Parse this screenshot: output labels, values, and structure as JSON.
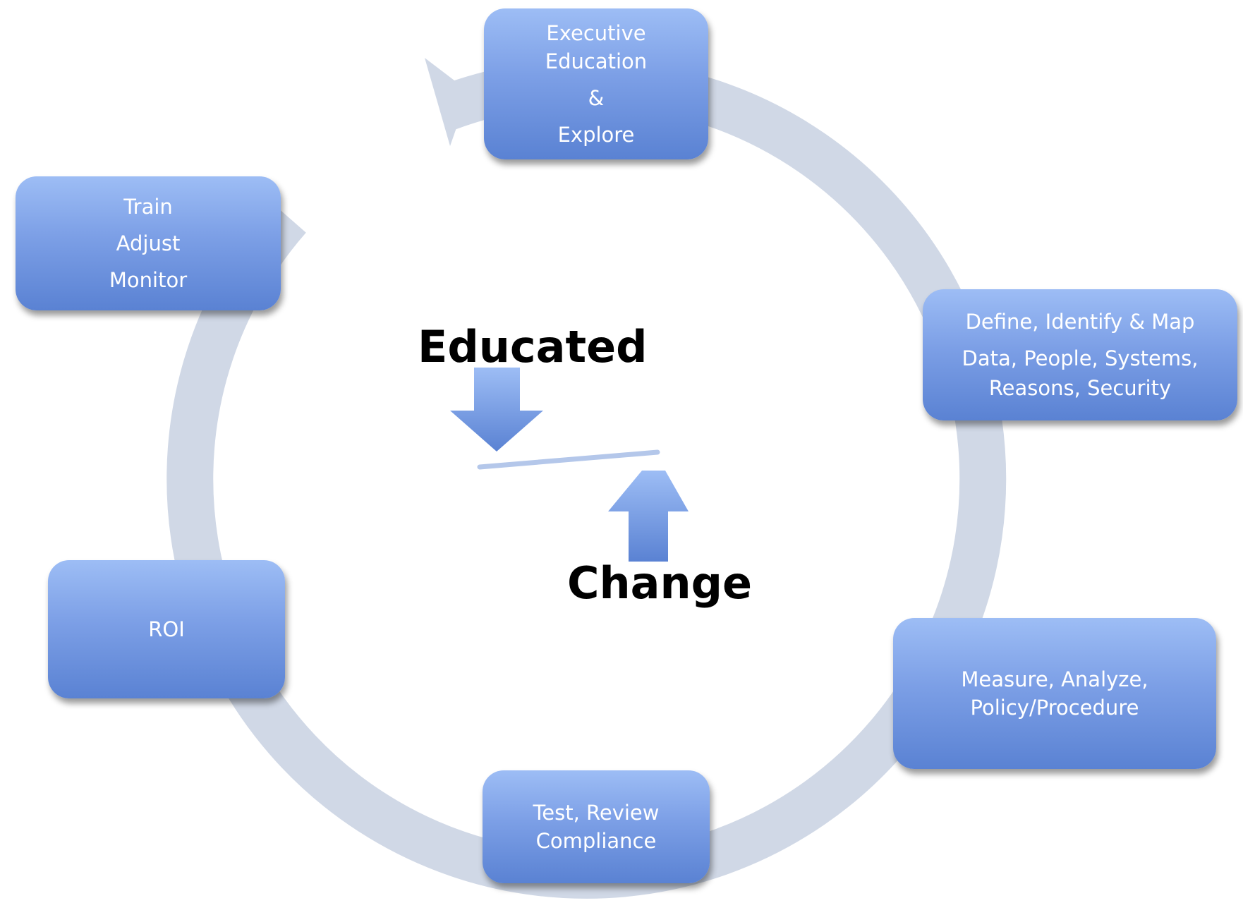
{
  "colors": {
    "box_top": "#9dbdf5",
    "box_bottom": "#5a82d3",
    "ring": "#d0d8e6",
    "center_arrow": "#6f93dc",
    "label_text": "#000000",
    "box_text": "#ffffff"
  },
  "steps": {
    "executive": {
      "lines": [
        "Executive",
        "Education",
        "&",
        "Explore"
      ]
    },
    "define": {
      "lines": [
        "Define, Identify & Map",
        "Data, People, Systems,",
        "Reasons, Security"
      ]
    },
    "measure": {
      "lines": [
        "Measure, Analyze,",
        "Policy/Procedure"
      ]
    },
    "test": {
      "lines": [
        "Test, Review",
        "Compliance"
      ]
    },
    "roi": {
      "lines": [
        "ROI"
      ]
    },
    "train": {
      "lines": [
        "Train",
        "Adjust",
        "Monitor"
      ]
    }
  },
  "center": {
    "top_label": "Educated",
    "bottom_label": "Change"
  }
}
